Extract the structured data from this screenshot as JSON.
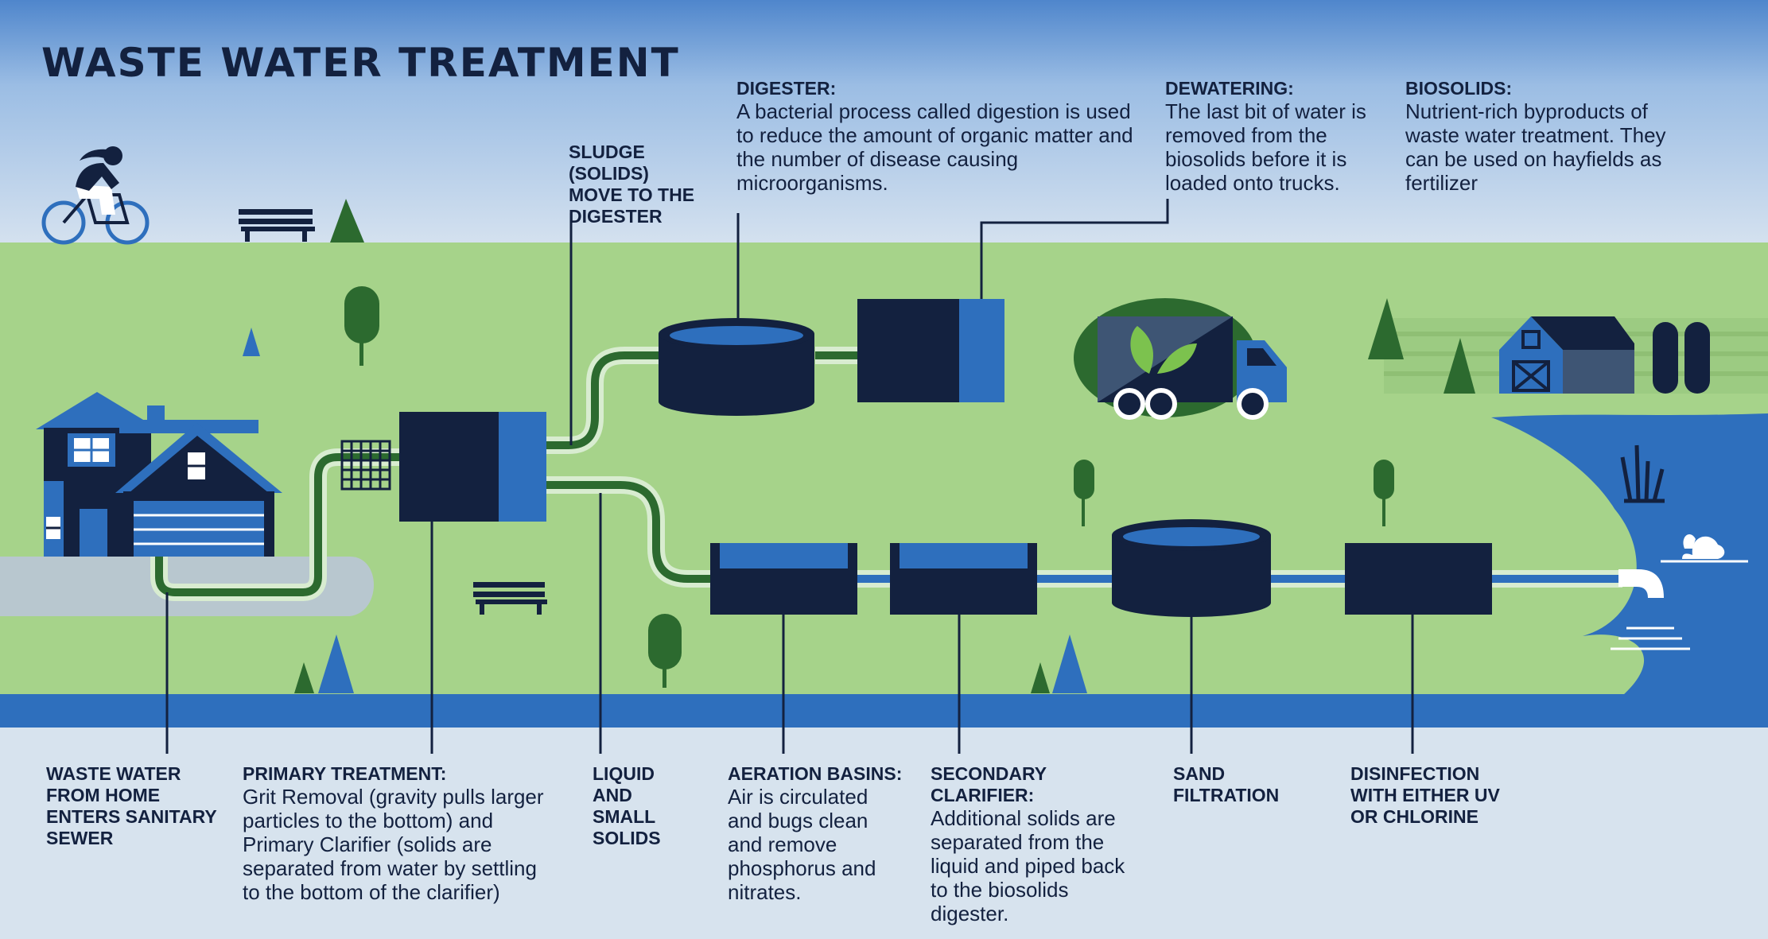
{
  "title": "WASTE WATER TREATMENT",
  "top_labels": {
    "sludge": {
      "heading": "SLUDGE (SOLIDS)\nMOVE TO THE\nDIGESTER"
    },
    "digester": {
      "heading": "DIGESTER:",
      "body": "A bacterial process called digestion is used\nto reduce the amount of organic matter and\nthe number of disease causing\nmicroorganisms."
    },
    "dewatering": {
      "heading": "DEWATERING:",
      "body": "The last bit of water is\nremoved from the\nbiosolids before it is\nloaded onto trucks."
    },
    "biosolids": {
      "heading": "BIOSOLIDS:",
      "body": "Nutrient-rich byproducts of\nwaste water treatment. They\ncan be used on hayfields as\nfertilizer"
    }
  },
  "bottom_labels": {
    "sewer": {
      "heading": "WASTE WATER\nFROM HOME\nENTERS SANITARY\nSEWER"
    },
    "primary": {
      "heading": "PRIMARY TREATMENT:",
      "body": "Grit Removal (gravity pulls larger\nparticles to the bottom)  and\nPrimary Clarifier (solids are\nseparated from water by settling\nto the bottom of the clarifier)"
    },
    "liquid": {
      "heading": "LIQUID\nAND\nSMALL\nSOLIDS"
    },
    "aeration": {
      "heading": "AERATION BASINS:",
      "body": "Air is circulated\nand bugs clean\nand remove\nphosphorus and\nnitrates."
    },
    "secondary": {
      "heading": "SECONDARY CLARIFIER:",
      "body": "Additional solids are\nseparated from the\nliquid and piped back\nto the biosolids\ndigester."
    },
    "sand": {
      "heading": "SAND\nFILTRATION"
    },
    "disinfection": {
      "heading": "DISINFECTION\nWITH EITHER UV\nOR CHLORINE"
    }
  },
  "colors": {
    "navy": "#13213f",
    "blue": "#2e6fbd",
    "light_green": "#a6d38a",
    "dark_green": "#2c6a2f",
    "sky_top": "#4f86cc",
    "ground_band": "#d7e3ee"
  }
}
